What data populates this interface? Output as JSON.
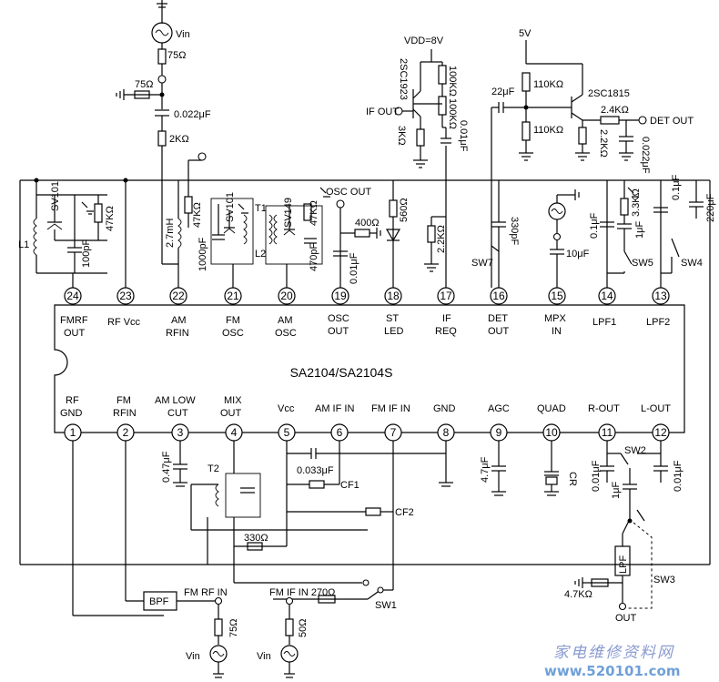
{
  "ic": {
    "name": "SA2104/SA2104S"
  },
  "pins_top": [
    {
      "num": "24",
      "label": [
        "FMRF",
        "OUT"
      ]
    },
    {
      "num": "23",
      "label": [
        "RF Vcc"
      ]
    },
    {
      "num": "22",
      "label": [
        "AM",
        "RFIN"
      ]
    },
    {
      "num": "21",
      "label": [
        "FM",
        "OSC"
      ]
    },
    {
      "num": "20",
      "label": [
        "AM",
        "OSC"
      ]
    },
    {
      "num": "19",
      "label": [
        "OSC",
        "OUT"
      ]
    },
    {
      "num": "18",
      "label": [
        "ST",
        "LED"
      ]
    },
    {
      "num": "17",
      "label": [
        "IF",
        "REQ"
      ]
    },
    {
      "num": "16",
      "label": [
        "DET",
        "OUT"
      ]
    },
    {
      "num": "15",
      "label": [
        "MPX",
        "IN"
      ]
    },
    {
      "num": "14",
      "label": [
        "LPF1"
      ]
    },
    {
      "num": "13",
      "label": [
        "LPF2"
      ]
    }
  ],
  "pins_bottom": [
    {
      "num": "1",
      "label": [
        "RF",
        "GND"
      ]
    },
    {
      "num": "2",
      "label": [
        "FM",
        "RFIN"
      ]
    },
    {
      "num": "3",
      "label": [
        "AM LOW",
        "CUT"
      ]
    },
    {
      "num": "4",
      "label": [
        "MIX",
        "OUT"
      ]
    },
    {
      "num": "5",
      "label": [
        "Vcc"
      ]
    },
    {
      "num": "6",
      "label": [
        "AM IF IN"
      ]
    },
    {
      "num": "7",
      "label": [
        "FM IF IN"
      ]
    },
    {
      "num": "8",
      "label": [
        "GND"
      ]
    },
    {
      "num": "9",
      "label": [
        "AGC"
      ]
    },
    {
      "num": "10",
      "label": [
        "QUAD"
      ]
    },
    {
      "num": "11",
      "label": [
        "R-OUT"
      ]
    },
    {
      "num": "12",
      "label": [
        "L-OUT"
      ]
    }
  ],
  "labels": {
    "vin": "Vin",
    "r75_top": "75Ω",
    "r75_side": "75Ω",
    "c0022": "0.022μF",
    "r2k": "2KΩ",
    "vdd": "VDD=8V",
    "q1": "2SC1923",
    "r100k_a": "100KΩ",
    "r100k_b": "100KΩ",
    "if_out": "IF OUT",
    "r3k": "3KΩ",
    "c001_if": "0.01μF",
    "v5": "5V",
    "c22u": "22μF",
    "r110k_a": "110KΩ",
    "r110k_b": "110KΩ",
    "q2": "2SC1815",
    "r24k": "2.4KΩ",
    "det_out": "DET OUT",
    "r22k": "2.2KΩ",
    "c0022_det": "0.022μF",
    "osc_out": "OSC OUT",
    "r400": "400Ω",
    "r560": "560Ω",
    "r22k_b": "2.2KΩ",
    "c330p": "330pF",
    "sw7": "SW7",
    "c001_osc": "0.01μF",
    "c10u": "10μF",
    "c01_lpf1": "0.1μF",
    "r33k": "3.3KΩ",
    "c1u_lpf1": "1μF",
    "c01_lpf2": "0.1μF",
    "c220u": "220μF",
    "sw5": "SW5",
    "sw4": "SW4",
    "l1": "L1",
    "sv101_a": "SV101",
    "r47k_a": "47KΩ",
    "c100p": "100pF",
    "l27": "2.7mH",
    "r47k_b": "47KΩ",
    "c1000p": "1000pF",
    "sv101_b": "SV101",
    "l2": "L2",
    "t1": "T1",
    "sv149": "SV149",
    "r47k_c": "47KΩ",
    "c470p": "470pF",
    "c047u": "0.47μF",
    "t2": "T2",
    "c0033u": "0.033μF",
    "cf1": "CF1",
    "cf2": "CF2",
    "r330": "330Ω",
    "c47u": "4.7μF",
    "cr": "CR",
    "c001_r": "0.01μF",
    "c1u_sw2": "1μF",
    "sw2": "SW2",
    "c001_l": "0.01μF",
    "lpf": "LPF",
    "sw3": "SW3",
    "r47k_out": "4.7KΩ",
    "out": "OUT",
    "bpf": "BPF",
    "fm_rf_in": "FM RF IN",
    "fm_if_in": "FM IF IN 270Ω",
    "sw1": "SW1",
    "r75_b": "75Ω",
    "r50": "50Ω",
    "vin_b1": "Vin",
    "vin_b2": "Vin"
  },
  "watermark": {
    "cn": "家电维修资料网",
    "url": "www.520101.com"
  }
}
